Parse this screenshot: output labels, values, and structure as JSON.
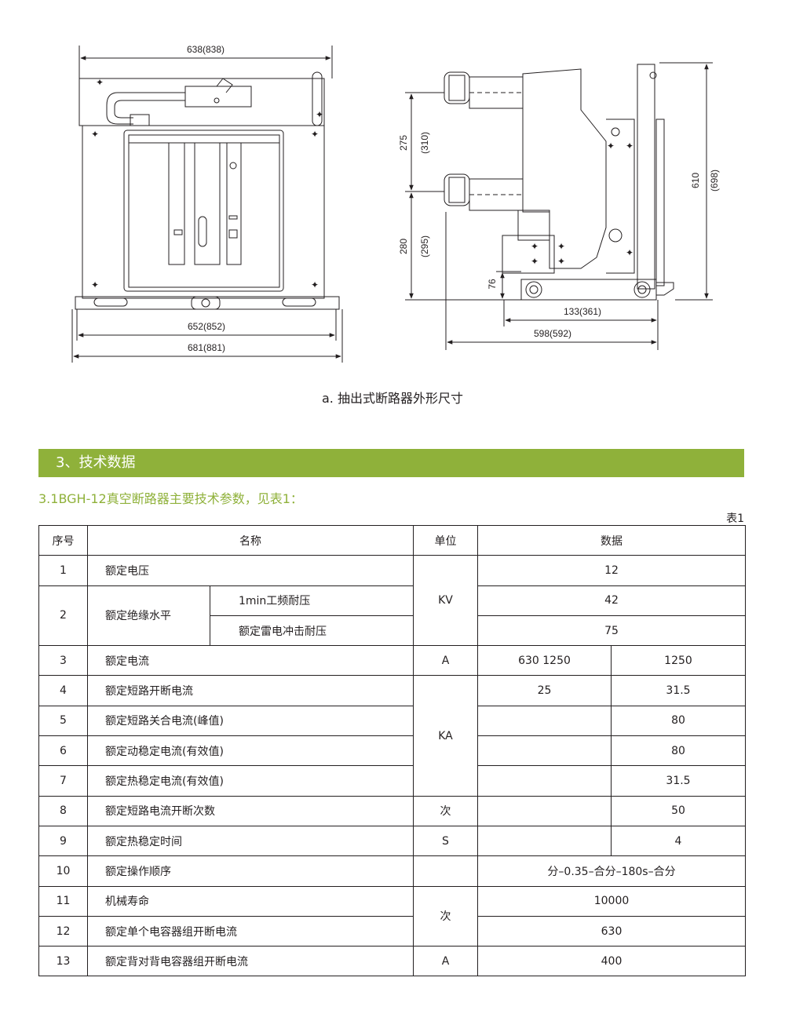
{
  "drawing": {
    "front_dims": {
      "top_width": "638(838)",
      "mid_width": "652(852)",
      "bottom_width": "681(881)"
    },
    "side_dims": {
      "pitch": "275",
      "pitch_alt": "(310)",
      "lower_height": "280",
      "lower_height_alt": "(295)",
      "base_height": "76",
      "total_height": "610",
      "total_height_alt": "(698)",
      "depth_inner": "133(361)",
      "depth_total": "598(592)"
    },
    "caption": "a. 抽出式断路器外形尺寸"
  },
  "section": {
    "title": "3、技术数据"
  },
  "subheading": "3.1BGH-12真空断路器主要技术参数，见表1：",
  "table": {
    "label": "表1",
    "headers": {
      "no": "序号",
      "name": "名称",
      "unit": "单位",
      "data": "数据"
    },
    "rows": [
      {
        "no": "1",
        "name": "额定电压",
        "unit": "KV",
        "val": "12"
      },
      {
        "no": "2",
        "name": "额定绝缘水平",
        "sub1": "1min工频耐压",
        "val1": "42",
        "sub2": "额定雷电冲击耐压",
        "val2": "75"
      },
      {
        "no": "3",
        "name": "额定电流",
        "unit": "A",
        "v1": "630 1250",
        "v2": "1250"
      },
      {
        "no": "4",
        "name": "额定短路开断电流",
        "unit": "KA",
        "v1": "25",
        "v2": "31.5"
      },
      {
        "no": "5",
        "name": "额定短路关合电流(峰值)",
        "v1": "",
        "v2": "80"
      },
      {
        "no": "6",
        "name": "额定动稳定电流(有效值)",
        "v1": "",
        "v2": "80"
      },
      {
        "no": "7",
        "name": "额定热稳定电流(有效值)",
        "v1": "",
        "v2": "31.5"
      },
      {
        "no": "8",
        "name": "额定短路电流开断次数",
        "unit": "次",
        "v1": "",
        "v2": "50"
      },
      {
        "no": "9",
        "name": "额定热稳定时间",
        "unit": "S",
        "v1": "",
        "v2": "4"
      },
      {
        "no": "10",
        "name": "额定操作顺序",
        "unit": "",
        "val": "分–0.35–合分–180s–合分"
      },
      {
        "no": "11",
        "name": "机械寿命",
        "unit": "次",
        "val": "10000"
      },
      {
        "no": "12",
        "name": "额定单个电容器组开断电流",
        "val": "630"
      },
      {
        "no": "13",
        "name": "额定背对背电容器组开断电流",
        "unit": "A",
        "val": "400"
      }
    ]
  }
}
